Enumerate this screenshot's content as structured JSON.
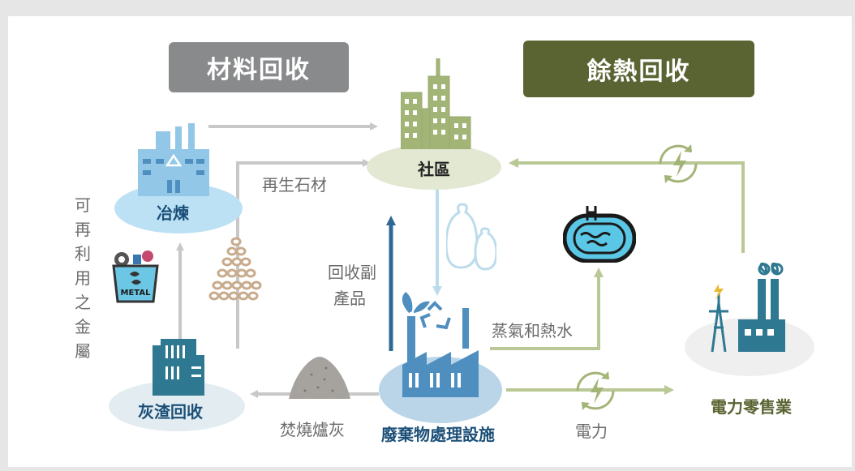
{
  "headers": {
    "material_recovery": "材料回收",
    "heat_recovery": "餘熱回收"
  },
  "nodes": {
    "community": "社區",
    "smelting": "冶煉",
    "ash_recovery": "灰渣回收",
    "waste_facility": "廢棄物處理設施",
    "power_retail": "電力零售業"
  },
  "flows": {
    "recycled_stone": "再生石材",
    "byproducts_line1": "回收副",
    "byproducts_line2": "產品",
    "steam_hot_water": "蒸氣和熱水",
    "incineration_ash": "焚燒爐灰",
    "electricity": "電力",
    "reusable_metal": "可再利用之金屬"
  },
  "icons": {
    "metal_bin_label": "METAL"
  },
  "colors": {
    "material_header": "#898a8c",
    "heat_header": "#5a6433",
    "arrow_gray": "#c8c8c8",
    "arrow_green": "#b9c895",
    "arrow_blue": "#2d6896",
    "node_blue": "#bde1f4",
    "node_green": "#e3e8d3",
    "node_gray": "#efefef",
    "icon_blue": "#4e8fbf"
  }
}
